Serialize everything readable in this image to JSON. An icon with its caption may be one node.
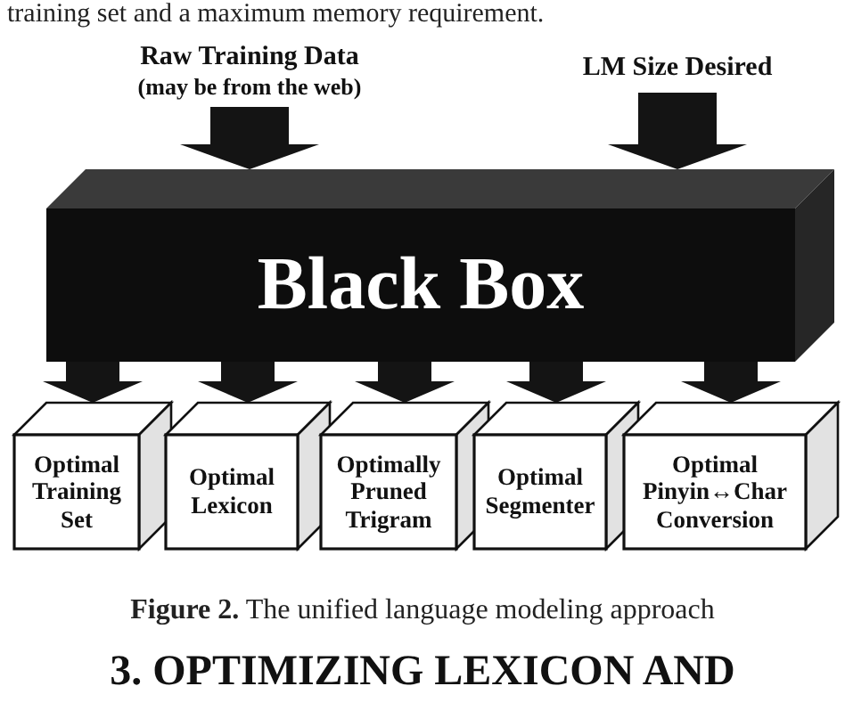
{
  "diagram": {
    "caption": "**Figure 2.** The unified language modeling approach",
    "nodes": [
      {
        "text": [
          "Raw Training Data",
          "(may be from the web)"
        ]
      },
      {
        "text": [
          "LM Size Desired"
        ]
      },
      {
        "text": [
          "Black Box"
        ]
      },
      {
        "text": [
          "Optimal Training Set"
        ]
      },
      {
        "text": [
          "Optimal Lexicon"
        ]
      },
      {
        "text": [
          "Optimally Pruned Trigram"
        ]
      },
      {
        "text": [
          "Optimal Segmenter"
        ]
      },
      {
        "text": [
          "Optimal Pinyin↔Char Conversion"
        ]
      }
    ],
    "edges": [
      {
        "from": 0,
        "to": 2,
        "arrow": "to"
      },
      {
        "from": 1,
        "to": 2,
        "arrow": "to"
      },
      {
        "from": 2,
        "to": 3,
        "arrow": "to"
      },
      {
        "from": 2,
        "to": 4,
        "arrow": "to"
      },
      {
        "from": 2,
        "to": 5,
        "arrow": "to"
      },
      {
        "from": 2,
        "to": 6,
        "arrow": "to"
      },
      {
        "from": 2,
        "to": 7,
        "arrow": "to"
      }
    ],
    "labels": [
      "training set and a maximum memory requirement.",
      "3. OPTIMIZING LEXICON AND"
    ]
  }
}
